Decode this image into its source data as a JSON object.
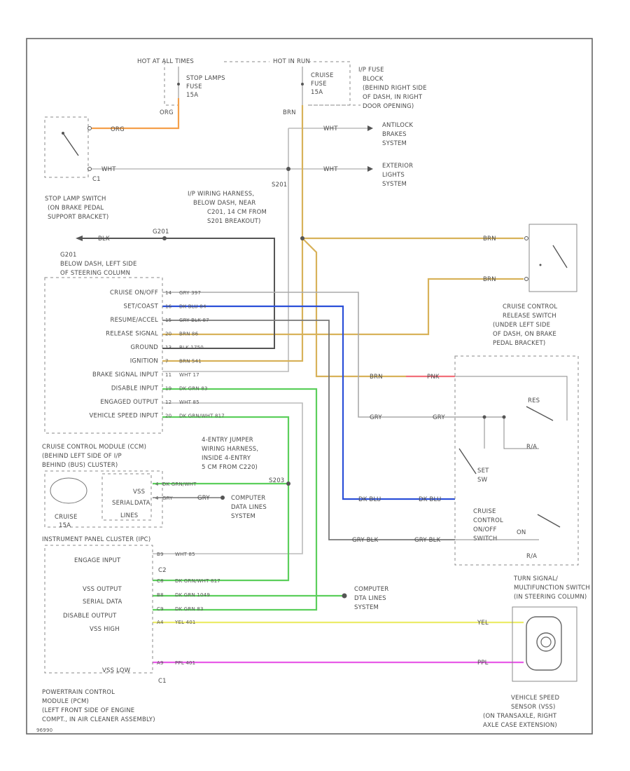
{
  "power": {
    "hot_at_all_times": "HOT AT ALL TIMES",
    "hot_in_run": "HOT IN RUN",
    "stop_fuse": [
      "STOP LAMPS",
      "FUSE",
      "15A"
    ],
    "cruise_fuse": [
      "CRUISE",
      "FUSE",
      "15A"
    ],
    "ip_fuse_block": [
      "I/P FUSE",
      "BLOCK",
      "(BEHIND RIGHT SIDE",
      "OF DASH, IN RIGHT",
      "DOOR OPENING)"
    ]
  },
  "wire_labels": {
    "org_fuse": "ORG",
    "org_switch": "ORG",
    "wht_switch": "WHT",
    "brn_fuse": "BRN",
    "wht_abs": "WHT",
    "wht_ext": "WHT",
    "blk_ground": "BLK",
    "brn_release_top": "BRN",
    "brn_release_bottom": "BRN",
    "brn_engaged": "BRN",
    "pnk": "PNK",
    "gry_a": "GRY",
    "gry_b": "GRY",
    "dk_blu_a": "DK BLU",
    "dk_blu_b": "DK BLU",
    "gry_blk_a": "GRY BLK",
    "gry_blk_b": "GRY BLK",
    "gry_data": "GRY",
    "yel": "YEL",
    "ppl": "PPL"
  },
  "systems": {
    "antilock": [
      "ANTILOCK",
      "BRAKES",
      "SYSTEM"
    ],
    "exterior": [
      "EXTERIOR",
      "LIGHTS",
      "SYSTEM"
    ],
    "computer_data_1": [
      "COMPUTER",
      "DATA LINES",
      "SYSTEM"
    ],
    "computer_data_2": [
      "COMPUTER",
      "DTA LINES",
      "SYSTEM"
    ]
  },
  "components": {
    "stop_lamp_switch": [
      "STOP LAMP SWITCH",
      "(ON BRAKE PEDAL",
      "SUPPORT BRACKET)"
    ],
    "s201": [
      "S201",
      "I/P WIRING HARNESS,",
      "BELOW DASH, NEAR",
      "C201, 14 CM FROM",
      "S201 BREAKOUT)"
    ],
    "g201": [
      "G201",
      "BELOW DASH, LEFT SIDE",
      "OF STEERING COLUMN"
    ],
    "g201_tag": "G201",
    "stop_c1": "C1",
    "release_switch": [
      "CRUISE CONTROL",
      "RELEASE SWITCH",
      "(UNDER LEFT SIDE",
      "OF DASH, ON BRAKE",
      "PEDAL BRACKET)"
    ],
    "jumper": [
      "4-ENTRY JUMPER",
      "WIRING HARNESS,",
      "INSIDE 4-ENTRY",
      "5 CM FROM C220)"
    ],
    "s203": "S203",
    "ccm_location": [
      "CRUISE CONTROL MODULE (CCM)",
      "(BEHIND LEFT SIDE OF I/P",
      "BEHIND (BUS) CLUSTER)"
    ],
    "ccm_fuse": [
      "CRUISE",
      "15A"
    ],
    "ccm_internal": [
      "VSS",
      "SERIAL",
      "DATA",
      "LINES"
    ],
    "ipc_title": "INSTRUMENT PANEL CLUSTER (IPC)",
    "ipc_inputs": [
      "ENGAGE INPUT",
      "VSS OUTPUT",
      "SERIAL DATA",
      "DISABLE OUTPUT",
      "VSS HIGH"
    ],
    "ipc_c2": "C2",
    "ipc_c1": "C1",
    "vss_low": "VSS LOW",
    "pcm": [
      "POWERTRAIN CONTROL",
      "MODULE (PCM)",
      "(LEFT FRONT SIDE OF ENGINE",
      "COMPT., IN AIR CLEANER ASSEMBLY)"
    ],
    "turn_switch": [
      "TURN SIGNAL/",
      "MULTIFUNCTION SWITCH",
      "(IN STEERING COLUMN)"
    ],
    "cc_onoff": [
      "CRUISE",
      "CONTROL",
      "ON/OFF",
      "SWITCH"
    ],
    "set_sw": [
      "SET",
      "SW"
    ],
    "res_label": "RES",
    "on_label": "ON",
    "r_a": "R/A",
    "r_a_b": "R/A",
    "vss": [
      "VEHICLE SPEED",
      "SENSOR (VSS)",
      "(ON TRANSAXLE, RIGHT",
      "AXLE CASE EXTENSION)"
    ],
    "footer_code": "96990"
  },
  "ccm_pins": [
    {
      "name": "CRUISE ON/OFF",
      "pin": "14",
      "wire": "GRY  397"
    },
    {
      "name": "SET/COAST",
      "pin": "16",
      "wire": "DK BLU  84"
    },
    {
      "name": "RESUME/ACCEL",
      "pin": "15",
      "wire": "GRY BLK  87"
    },
    {
      "name": "RELEASE SIGNAL",
      "pin": "20",
      "wire": "BRN  86"
    },
    {
      "name": "GROUND",
      "pin": "13",
      "wire": "BLK  1750"
    },
    {
      "name": "IGNITION",
      "pin": "7",
      "wire": "BRN  541"
    },
    {
      "name": "BRAKE SIGNAL INPUT",
      "pin": "11",
      "wire": "WHT  17"
    },
    {
      "name": "DISABLE INPUT",
      "pin": "19",
      "wire": "DK GRN  83"
    },
    {
      "name": "ENGAGED OUTPUT",
      "pin": "12",
      "wire": "WHT  85"
    },
    {
      "name": "VEHICLE SPEED INPUT",
      "pin": "20",
      "wire": "DK GRN/WHT  817"
    }
  ],
  "ccm_lower_pins": [
    {
      "pin": "4",
      "wire": "DK GRN/WHT"
    },
    {
      "pin": "4",
      "wire": "GRY"
    }
  ],
  "ipc_pins": [
    {
      "pin": "B9",
      "wire": "WHT  85"
    },
    {
      "pin": "C8",
      "wire": "DK GRN/WHT  817"
    },
    {
      "pin": "B8",
      "wire": "DK GRN  1049"
    },
    {
      "pin": "C9",
      "wire": "DK GRN  83"
    },
    {
      "pin": "A4",
      "wire": "YEL  401"
    },
    {
      "pin": "A9",
      "wire": "PPL  401"
    }
  ],
  "colors": {
    "orange": "#f5a04a",
    "tan": "#d8b25a",
    "green": "#5ccf5c",
    "blue": "#2b4fd8",
    "pink": "#f2707a",
    "yellow": "#ecec6a",
    "magenta": "#e85ce8",
    "gray": "#8c8c8c",
    "dark": "#555555"
  },
  "icons": [
    "switch-icon",
    "ground-icon",
    "connector-icon",
    "fuse-icon",
    "sensor-icon"
  ]
}
